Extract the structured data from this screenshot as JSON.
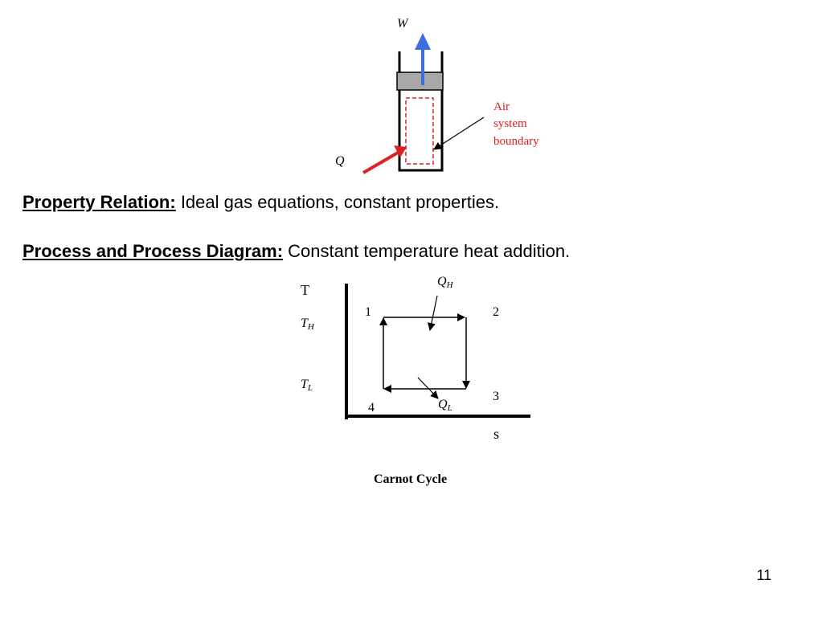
{
  "piston_figure": {
    "work_label": "W",
    "heat_label": "Q",
    "boundary_label_lines": [
      "Air",
      "system",
      "boundary"
    ],
    "work_arrow_color": "#3b6fe0",
    "heat_arrow_color": "#e02020",
    "boundary_color": "#e02020"
  },
  "property_relation": {
    "label": "Property Relation:",
    "text": " Ideal gas equations, constant properties."
  },
  "process": {
    "label": "Process and Process Diagram:",
    "text": " Constant temperature heat addition."
  },
  "ts_diagram": {
    "y_axis_label": "T",
    "x_axis_label": "s",
    "th_main": "T",
    "th_sub": "H",
    "tl_main": "T",
    "tl_sub": "L",
    "qh_main": "Q",
    "qh_sub": "H",
    "ql_main": "Q",
    "ql_sub": "L",
    "states": [
      "1",
      "2",
      "3",
      "4"
    ],
    "caption": "Carnot Cycle"
  },
  "page_number": "11"
}
